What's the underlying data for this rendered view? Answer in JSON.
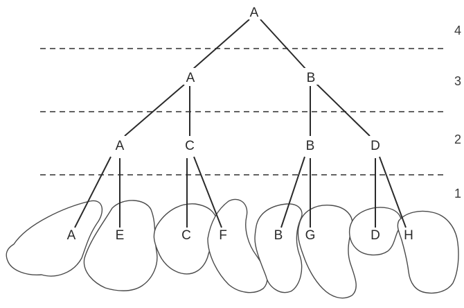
{
  "levels": [
    "4",
    "3",
    "2",
    "1"
  ],
  "root": "A",
  "level3": [
    "A",
    "B"
  ],
  "level2": [
    "A",
    "C",
    "B",
    "D"
  ],
  "leaves": [
    "A",
    "E",
    "C",
    "F",
    "B",
    "G",
    "D",
    "H"
  ],
  "colors": {
    "line": "#2a2a2a",
    "region_stroke": "#4a4a4a",
    "background": "#ffffff"
  }
}
